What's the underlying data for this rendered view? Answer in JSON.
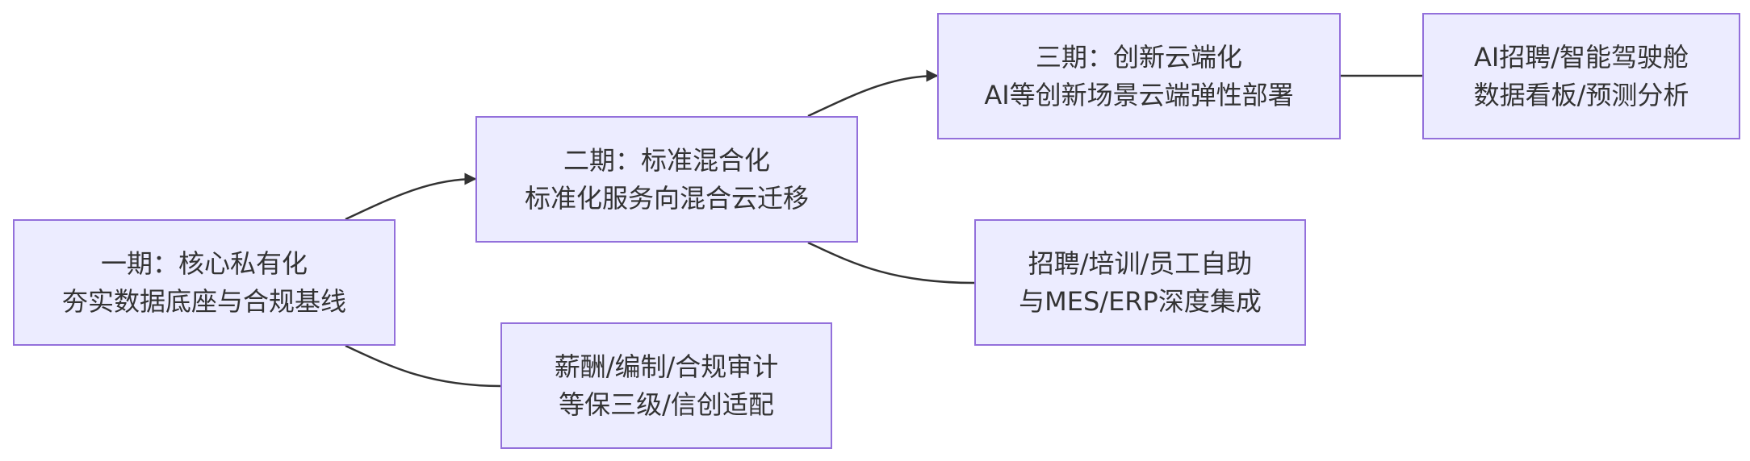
{
  "nodes": {
    "phase1": {
      "title": "一期：核心私有化",
      "subtitle": "夯实数据底座与合规基线"
    },
    "phase2": {
      "title": "二期：标准混合化",
      "subtitle": "标准化服务向混合云迁移"
    },
    "phase3": {
      "title": "三期：创新云端化",
      "subtitle": "AI等创新场景云端弹性部署"
    },
    "phase3_detail": {
      "title": "AI招聘/智能驾驶舱",
      "subtitle": "数据看板/预测分析"
    },
    "phase1_detail": {
      "title": "薪酬/编制/合规审计",
      "subtitle": "等保三级/信创适配"
    },
    "phase2_detail": {
      "title": "招聘/培训/员工自助",
      "subtitle": "与MES/ERP深度集成"
    }
  },
  "colors": {
    "node_fill": "#ececff",
    "node_border": "#9370db",
    "text": "#333333",
    "edge": "#333333"
  }
}
